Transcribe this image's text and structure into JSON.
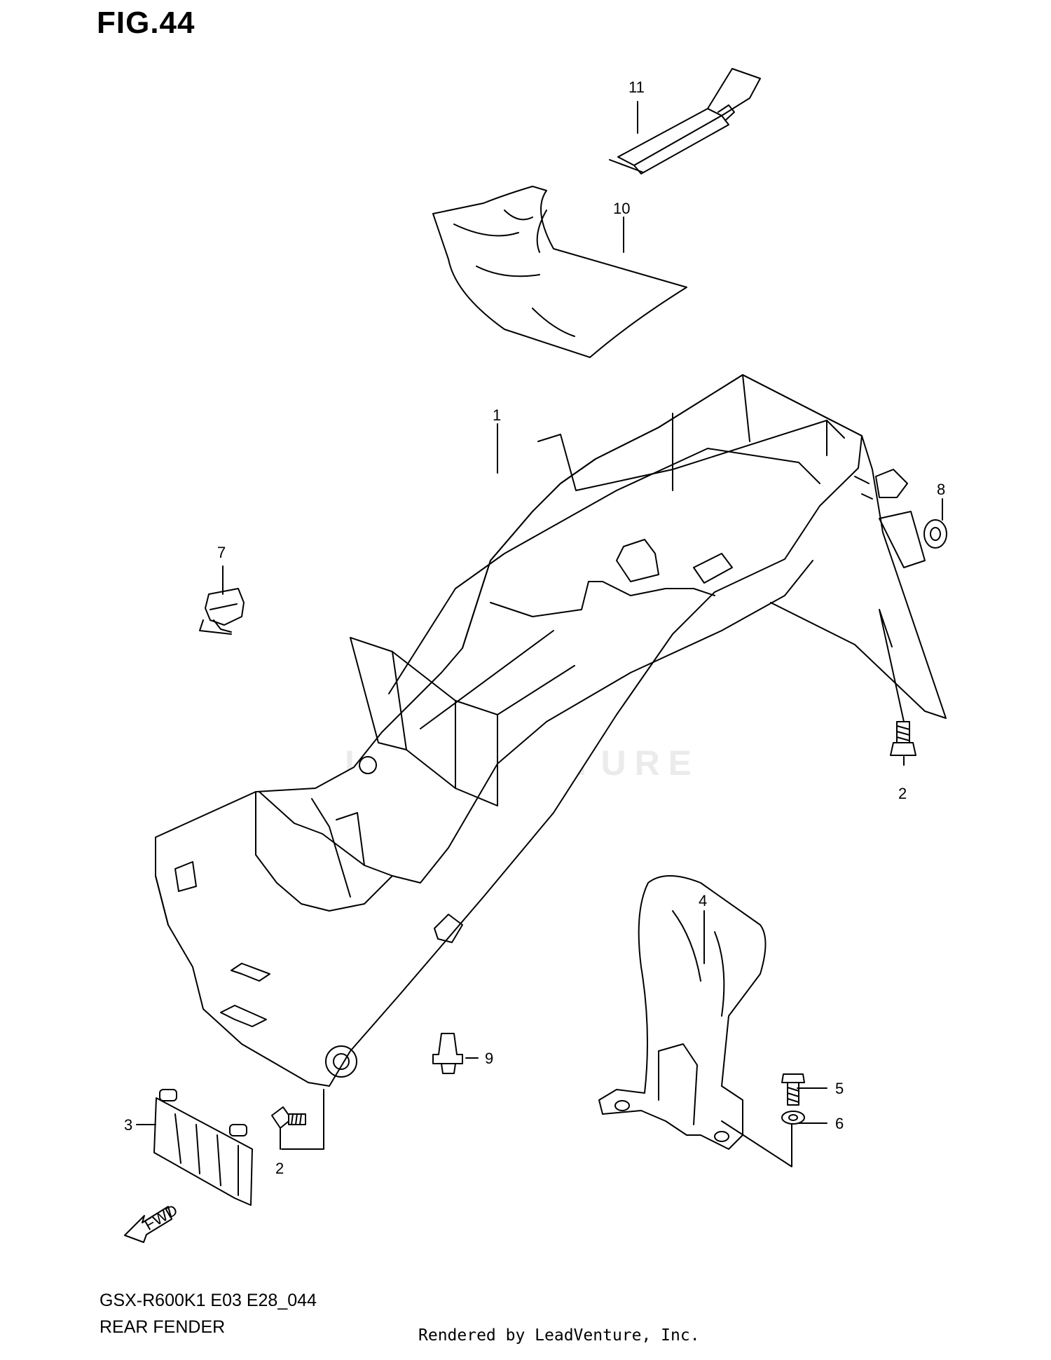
{
  "figure": {
    "title": "FIG.44",
    "model_code": "GSX-R600K1 E03 E28_044",
    "group_name": "REAR FENDER",
    "credit": "Rendered by LeadVenture, Inc.",
    "watermark": "LEADVENTURE",
    "direction_arrow": "FWD"
  },
  "callouts": [
    {
      "id": "c1",
      "label": "1"
    },
    {
      "id": "c2a",
      "label": "2"
    },
    {
      "id": "c2b",
      "label": "2"
    },
    {
      "id": "c3",
      "label": "3"
    },
    {
      "id": "c4",
      "label": "4"
    },
    {
      "id": "c5",
      "label": "5"
    },
    {
      "id": "c6",
      "label": "6"
    },
    {
      "id": "c7",
      "label": "7"
    },
    {
      "id": "c8",
      "label": "8"
    },
    {
      "id": "c9",
      "label": "9"
    },
    {
      "id": "c10",
      "label": "10"
    },
    {
      "id": "c11",
      "label": "11"
    }
  ]
}
